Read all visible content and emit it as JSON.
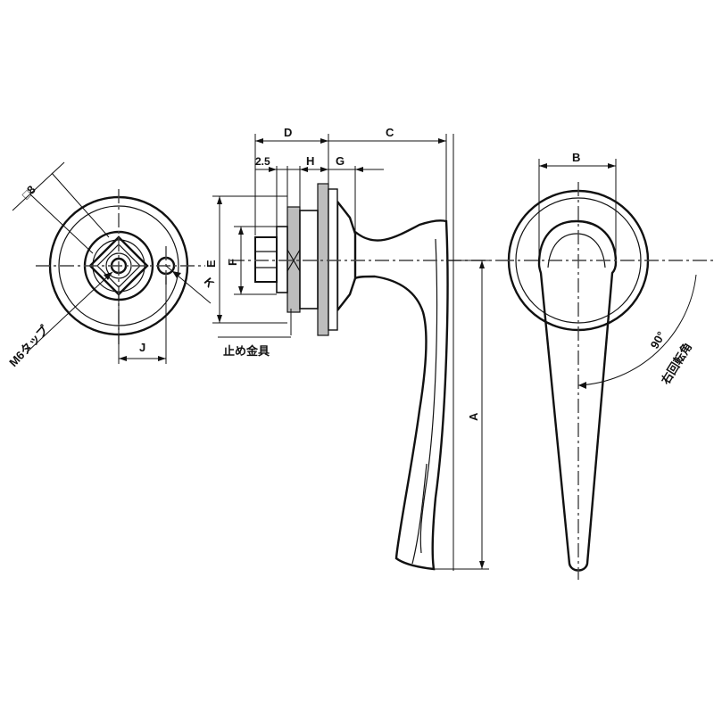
{
  "labels": {
    "A": "A",
    "B": "B",
    "C": "C",
    "D": "D",
    "E": "E",
    "F": "F",
    "G": "G",
    "H": "H",
    "J": "J",
    "K": "K",
    "dim_2_5": "2.5",
    "square_8": "□8",
    "m6_tap": "M6タップ",
    "stopper": "止め金具",
    "angle_90": "90°",
    "right_rotation_angle": "右回転角"
  }
}
